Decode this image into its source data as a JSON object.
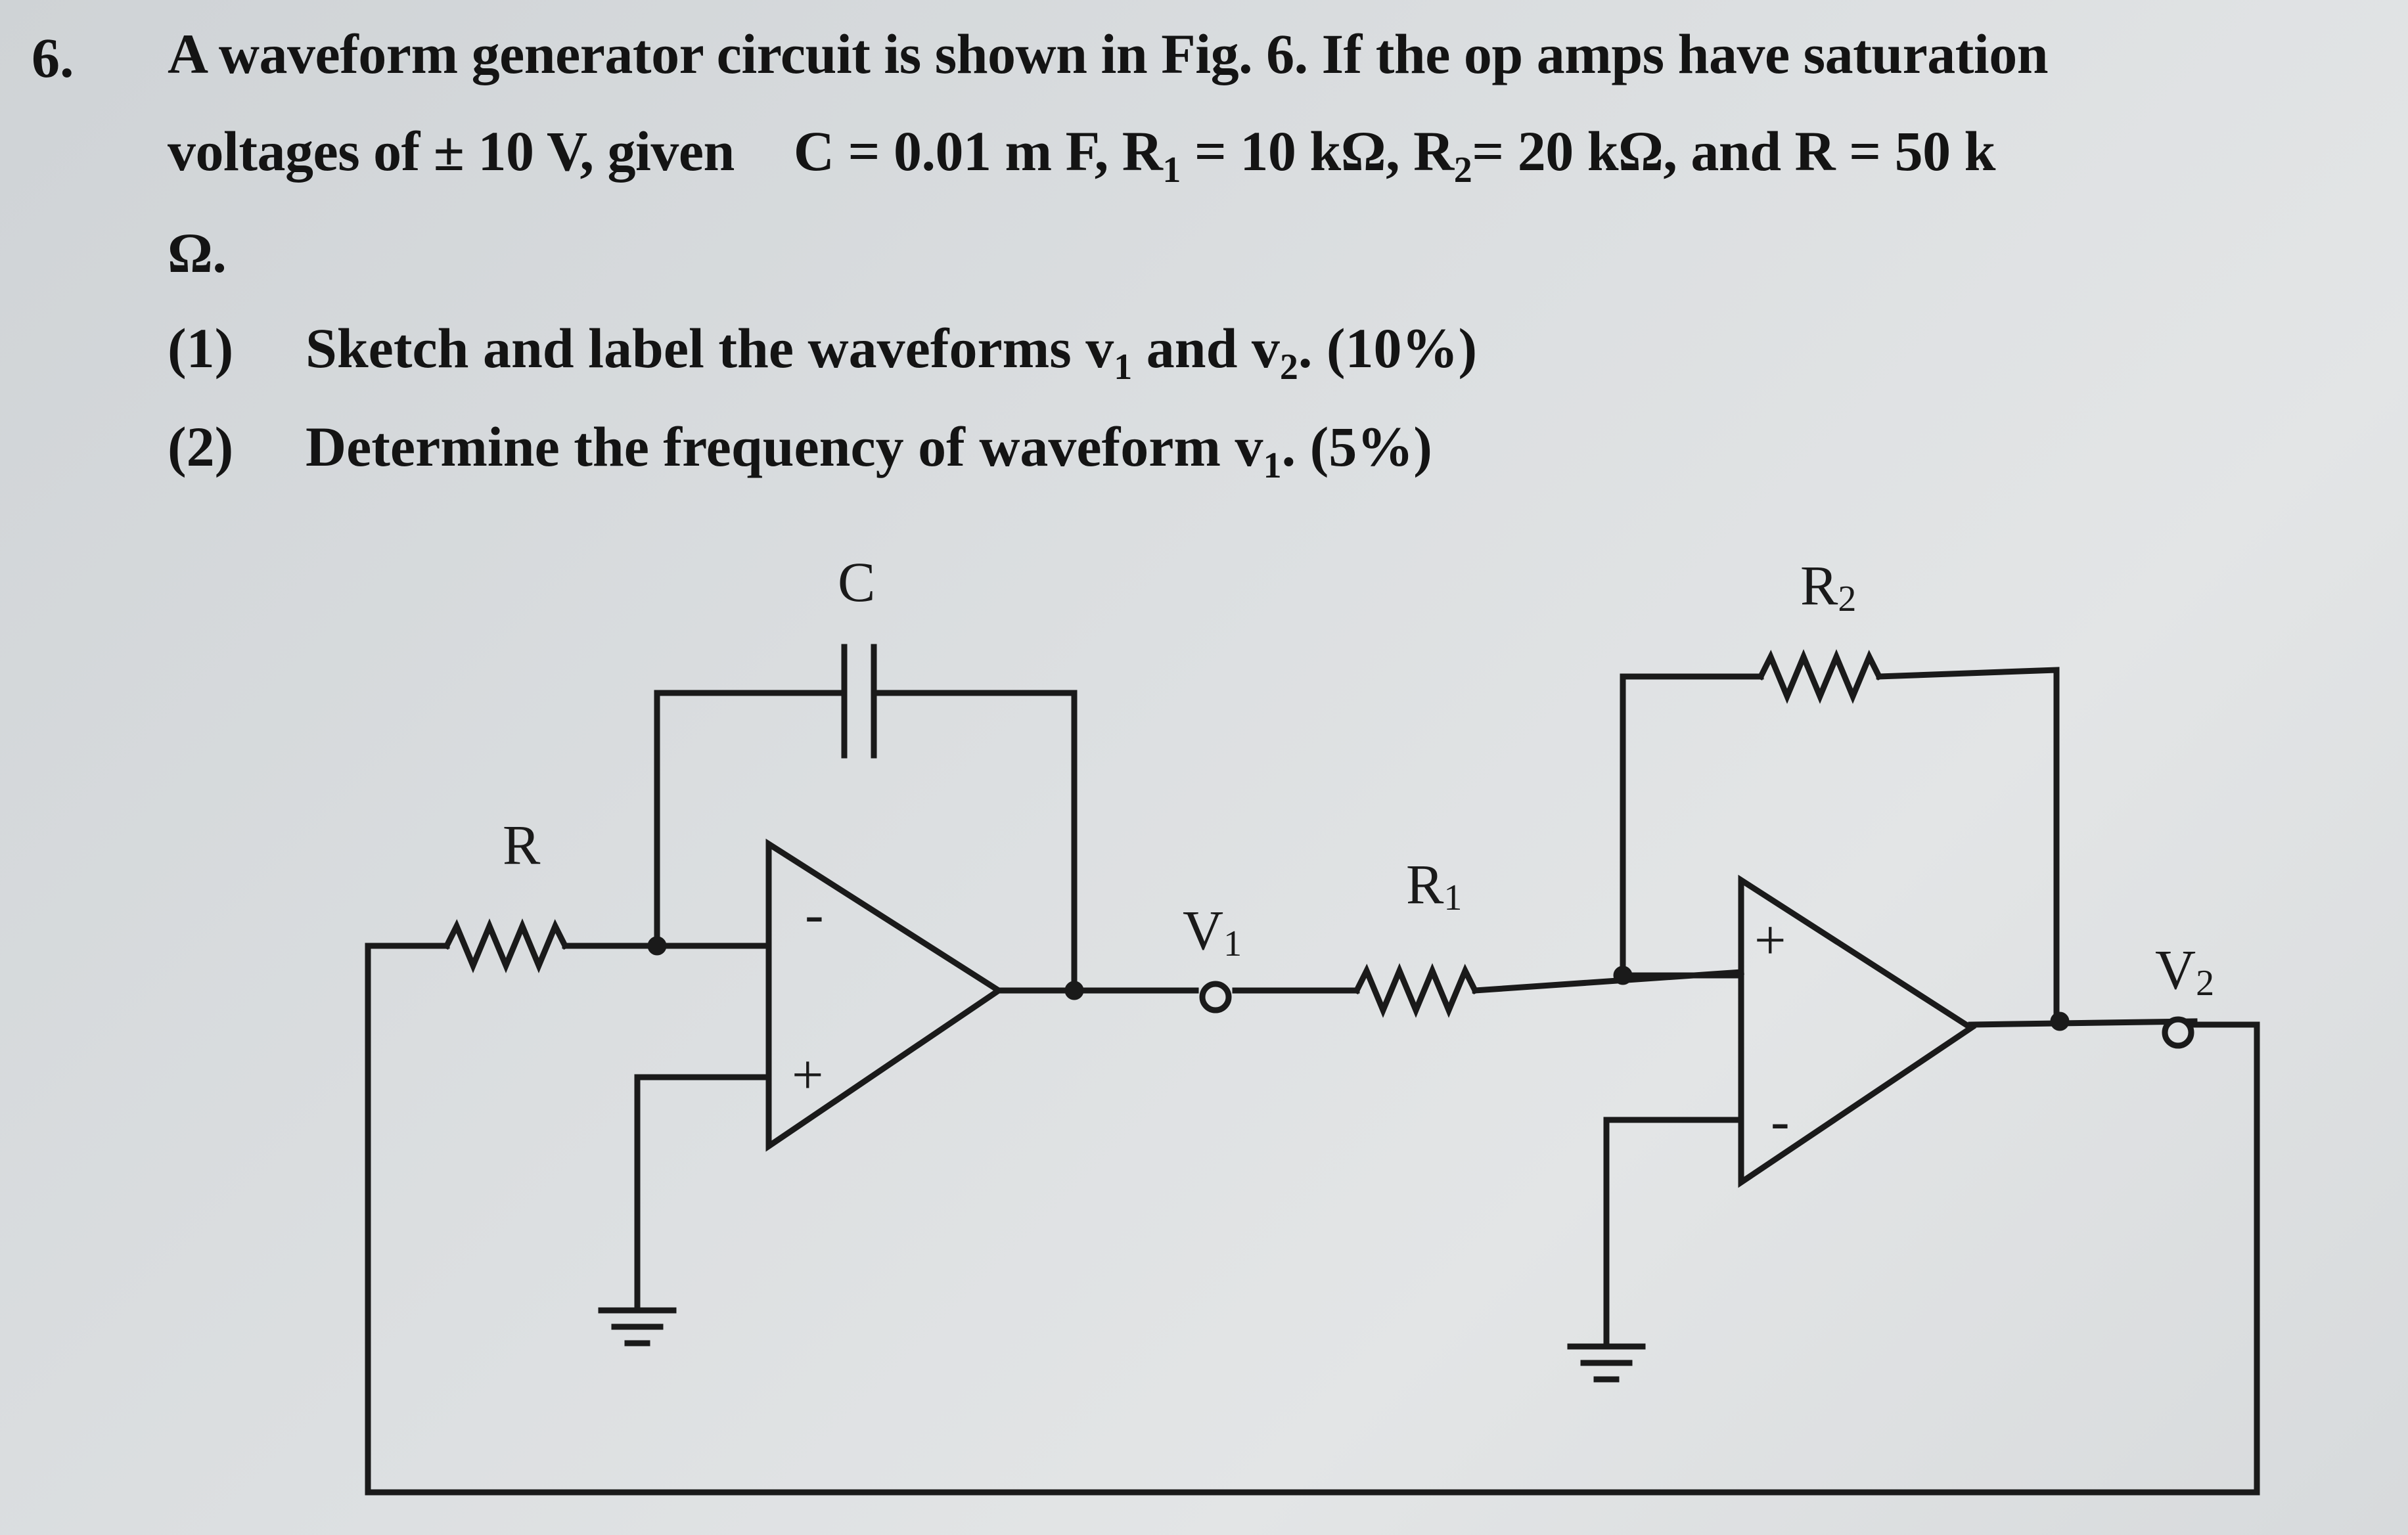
{
  "question": {
    "number": "6.",
    "line1": "A waveform generator circuit is shown in Fig. 6.    If the op amps have saturation",
    "line2_a": "voltages of ± 10 V, given",
    "line2_b": "C = 0.01 m F, R",
    "line2_b_sub": "1",
    "line2_c": " = 10 kΩ, R",
    "line2_c_sub": "2",
    "line2_d": "= 20 kΩ, and R = 50 k",
    "line3": "Ω.",
    "items": [
      {
        "num": "(1)",
        "text_a": "Sketch and label the waveforms v",
        "sub_a": "1",
        "text_b": " and v",
        "sub_b": "2",
        "text_c": ". (10%)"
      },
      {
        "num": "(2)",
        "text_a": "Determine the frequency of waveform v",
        "sub_a": "1",
        "text_b": ". (5%)"
      }
    ]
  },
  "circuit": {
    "label_c": "C",
    "label_r": "R",
    "label_r1": "R",
    "label_r1_sub": "1",
    "label_r2": "R",
    "label_r2_sub": "2",
    "label_v1": "V",
    "label_v1_sub": "1",
    "label_v2": "V",
    "label_v2_sub": "2",
    "opamp1_inverting": "-",
    "opamp1_noninverting": "+",
    "opamp2_noninverting": "+",
    "opamp2_inverting": "-"
  }
}
